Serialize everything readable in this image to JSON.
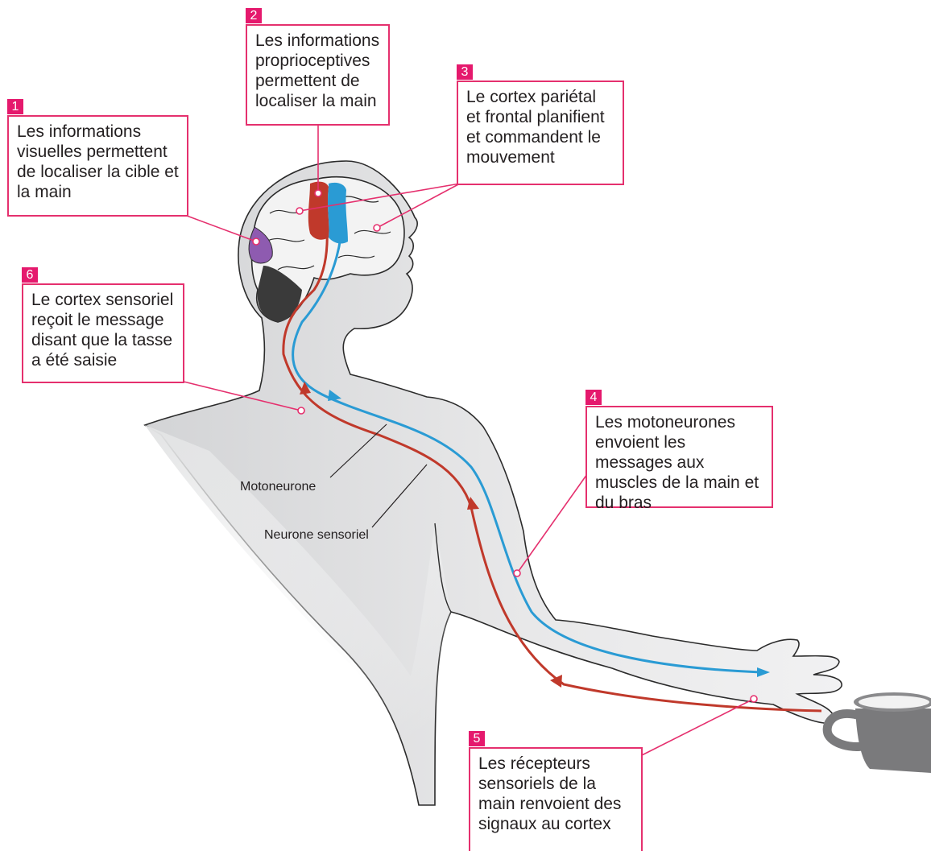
{
  "colors": {
    "motor": "#2a9bd4",
    "sensory": "#c0392b",
    "callout": "#e5306e",
    "visual_area": "#8e5bb0",
    "body": "#e9e9ea",
    "cup": "#7a7a7c"
  },
  "callouts": [
    {
      "number": "1",
      "text": "Les informations visuelles permettent de localiser la cible et la main"
    },
    {
      "number": "2",
      "text": "Les informations proprioceptives permettent de localiser la main"
    },
    {
      "number": "3",
      "text": "Le cortex pariétal et frontal planifient et commandent le mouvement"
    },
    {
      "number": "4",
      "text": "Les motoneurones envoient les messages aux muscles de la main et du bras"
    },
    {
      "number": "5",
      "text": "Les récepteurs sensoriels de la main renvoient des signaux au cortex"
    },
    {
      "number": "6",
      "text": "Le cortex sensoriel reçoit le message disant que la tasse a été saisie"
    }
  ],
  "labels": {
    "motor_neuron": "Motoneurone",
    "sensory_neuron": "Neurone sensoriel"
  }
}
